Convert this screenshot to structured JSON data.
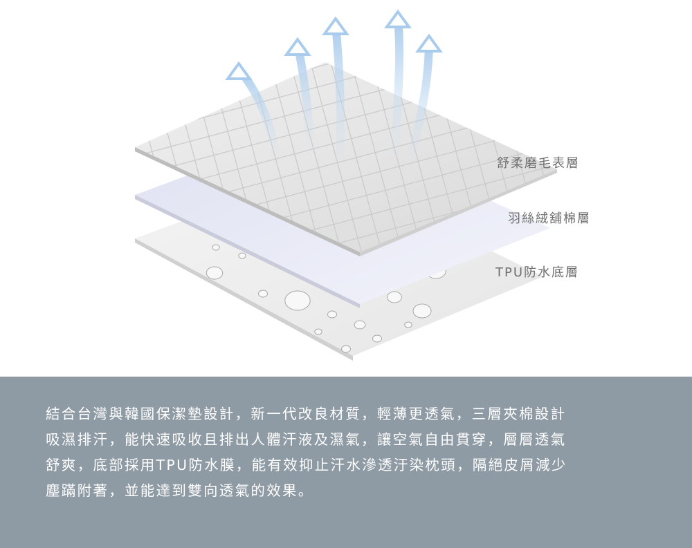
{
  "layers": {
    "top": "舒柔磨毛表層",
    "middle": "羽絲絨舖棉層",
    "bottom": "TPU防水底層"
  },
  "description": {
    "lines": [
      "結合台灣與韓國保潔墊設計，新一代改良材質，輕薄更透氣，三層夾棉設計",
      "吸濕排汗，能快速吸收且排出人體汗液及濕氣，讓空氣自由貫穿，層層透氣",
      "舒爽，底部採用TPU防水膜，能有效抑止汗水滲透汙染枕頭，隔絕皮屑減少",
      "塵蹣附著，並能達到雙向透氣的效果。"
    ]
  },
  "colors": {
    "panel": "#8e9aa4",
    "arrow": "#bcd8f0",
    "label": "#6f6f6f"
  }
}
